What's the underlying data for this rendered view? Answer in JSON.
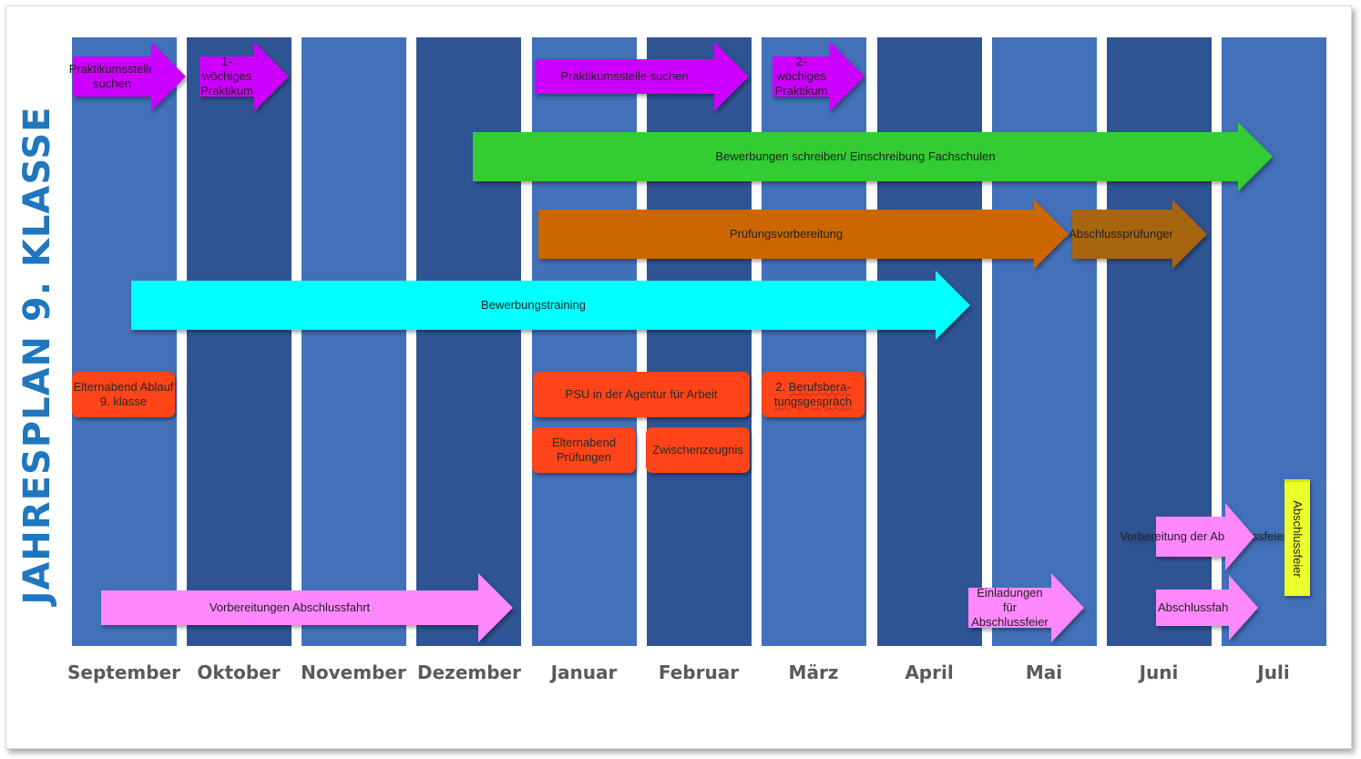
{
  "title": "JAHRESPLAN 9. KLASSE",
  "months": [
    "September",
    "Oktober",
    "November",
    "Dezember",
    "Januar",
    "Februar",
    "März",
    "April",
    "Mai",
    "Juni",
    "Juli"
  ],
  "arrows": {
    "praktikum_suchen_1": "Praktikumsstelle suchen",
    "praktikum_1": "1-wöchiges Praktikum",
    "praktikum_suchen_2": "Praktikumsstelle suchen",
    "praktikum_2": "2-wöchiges Praktikum",
    "bewerbungen": "Bewerbungen schreiben/ Einschreibung Fachschulen",
    "pruefungsvorbereitung": "Prüfungsvorbereitung",
    "abschlusspruefungen": "Abschlussprüfungen",
    "bewerbungstraining": "Bewerbungstraining",
    "vorbereitung_abschlussfahrt": "Vorbereitungen Abschlussfahrt",
    "einladungen": "Einladungen für Abschlussfeier",
    "vorbereitung_feier": "Vorbereitung der Abschlussfeier",
    "abschlussfahrt": "Abschlussfahrt"
  },
  "boxes": {
    "elternabend_ablauf": "Elternabend Ablauf 9. klasse",
    "psu": "PSU in der Agentur für Arbeit",
    "berufsberatung_prefix": "2.",
    "berufsberatung": "Berufsbera-tungsgespräch",
    "elternabend_pruefungen": "Elternabend Prüfungen",
    "zwischenzeugnis": "Zwischenzeugnis",
    "abschlussfeier": "Abschlussfeier"
  },
  "colors": {
    "column_light": "#4270b9",
    "column_dark": "#2f5494",
    "purple": "#cc00ff",
    "green": "#33cc33",
    "orange_brown": "#cc6600",
    "brown": "#a8650f",
    "cyan": "#00ffff",
    "pink": "#ff88ff",
    "red_box": "#fe4418",
    "yellow_box": "#eaff2c",
    "title": "#1f77bf"
  }
}
